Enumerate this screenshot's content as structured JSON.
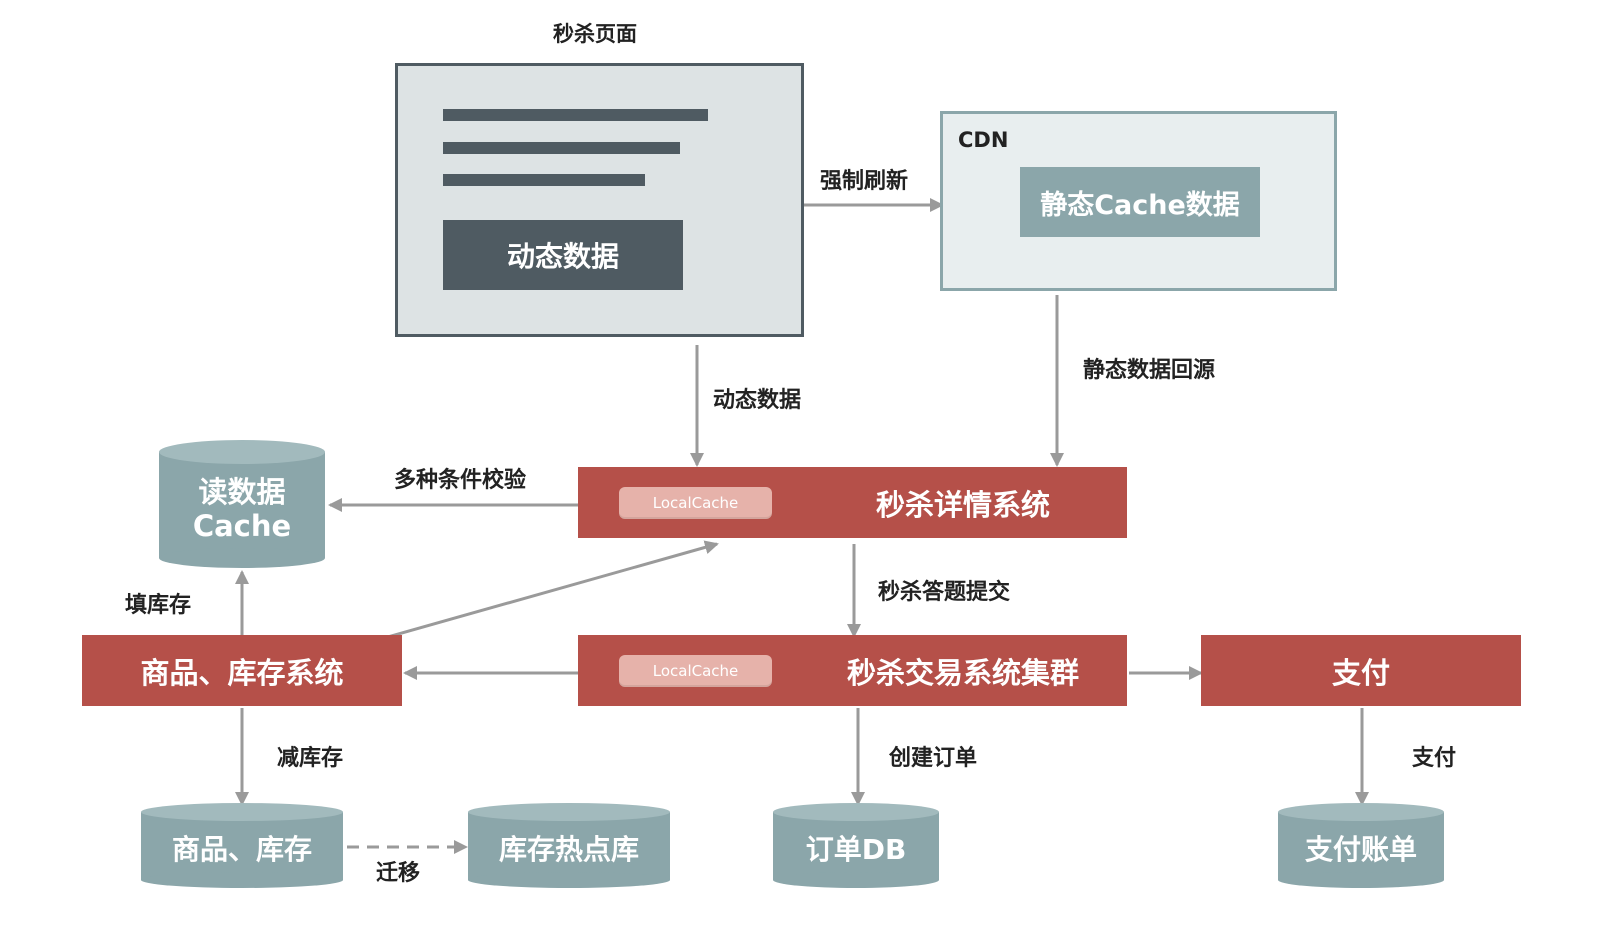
{
  "page_title": "秒杀页面",
  "nodes": {
    "dynamic_data_box": "动态数据",
    "cdn_title": "CDN",
    "static_cache_data": "静态Cache数据",
    "read_cache": {
      "line1": "读数据",
      "line2": "Cache"
    },
    "detail_system": "秒杀详情系统",
    "trade_cluster": "秒杀交易系统集群",
    "goods_stock_system": "商品、库存系统",
    "payment": "支付",
    "local_cache_1": "LocalCache",
    "local_cache_2": "LocalCache",
    "goods_stock_db": "商品、库存",
    "stock_hot_db": "库存热点库",
    "order_db": "订单DB",
    "pay_bill": "支付账单"
  },
  "edges": {
    "force_refresh": "强制刷新",
    "static_back_source": "静态数据回源",
    "dynamic_data": "动态数据",
    "multi_check": "多种条件校验",
    "quiz_submit": "秒杀答题提交",
    "fill_stock": "填库存",
    "reduce_stock": "减库存",
    "migrate": "迁移",
    "create_order": "创建订单",
    "pay": "支付"
  },
  "colors": {
    "red": "#b55049",
    "teal": "#8ba6aa",
    "dark_panel": "#4f5b62",
    "light_panel": "#dde3e4",
    "cdn_panel": "#e8eeef",
    "pill": "#e6b2aa",
    "arrow": "#9a9a9a"
  }
}
